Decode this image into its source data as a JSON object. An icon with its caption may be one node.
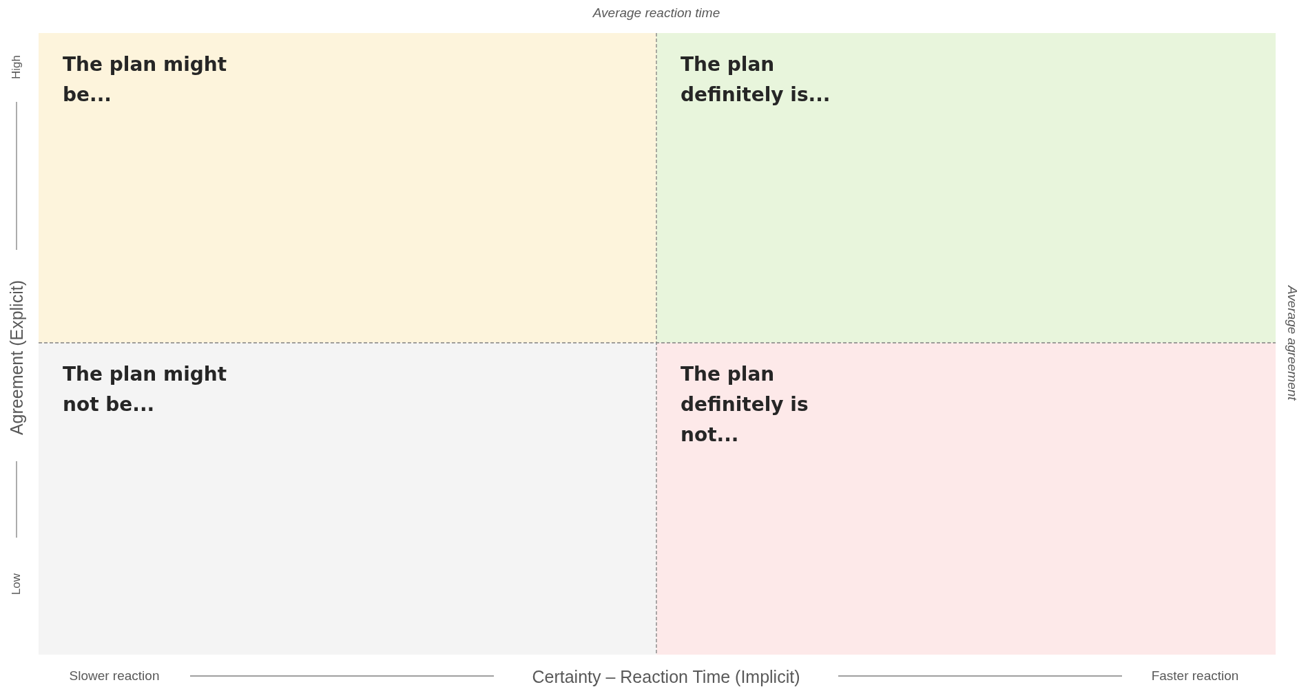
{
  "diagram": {
    "nodes": [
      {
        "text": [
          "The plan might be..."
        ]
      },
      {
        "text": [
          "The plan definitely is..."
        ]
      },
      {
        "text": [
          "The plan might not be..."
        ]
      },
      {
        "text": [
          "The plan definitely is not..."
        ]
      }
    ],
    "labels": [
      "Average reaction time",
      "High",
      "Agreement (Explicit)",
      "Average agreement",
      "Low",
      "Slower reaction",
      "Certainty – Reaction Time (Implicit)",
      "Faster reaction"
    ]
  }
}
